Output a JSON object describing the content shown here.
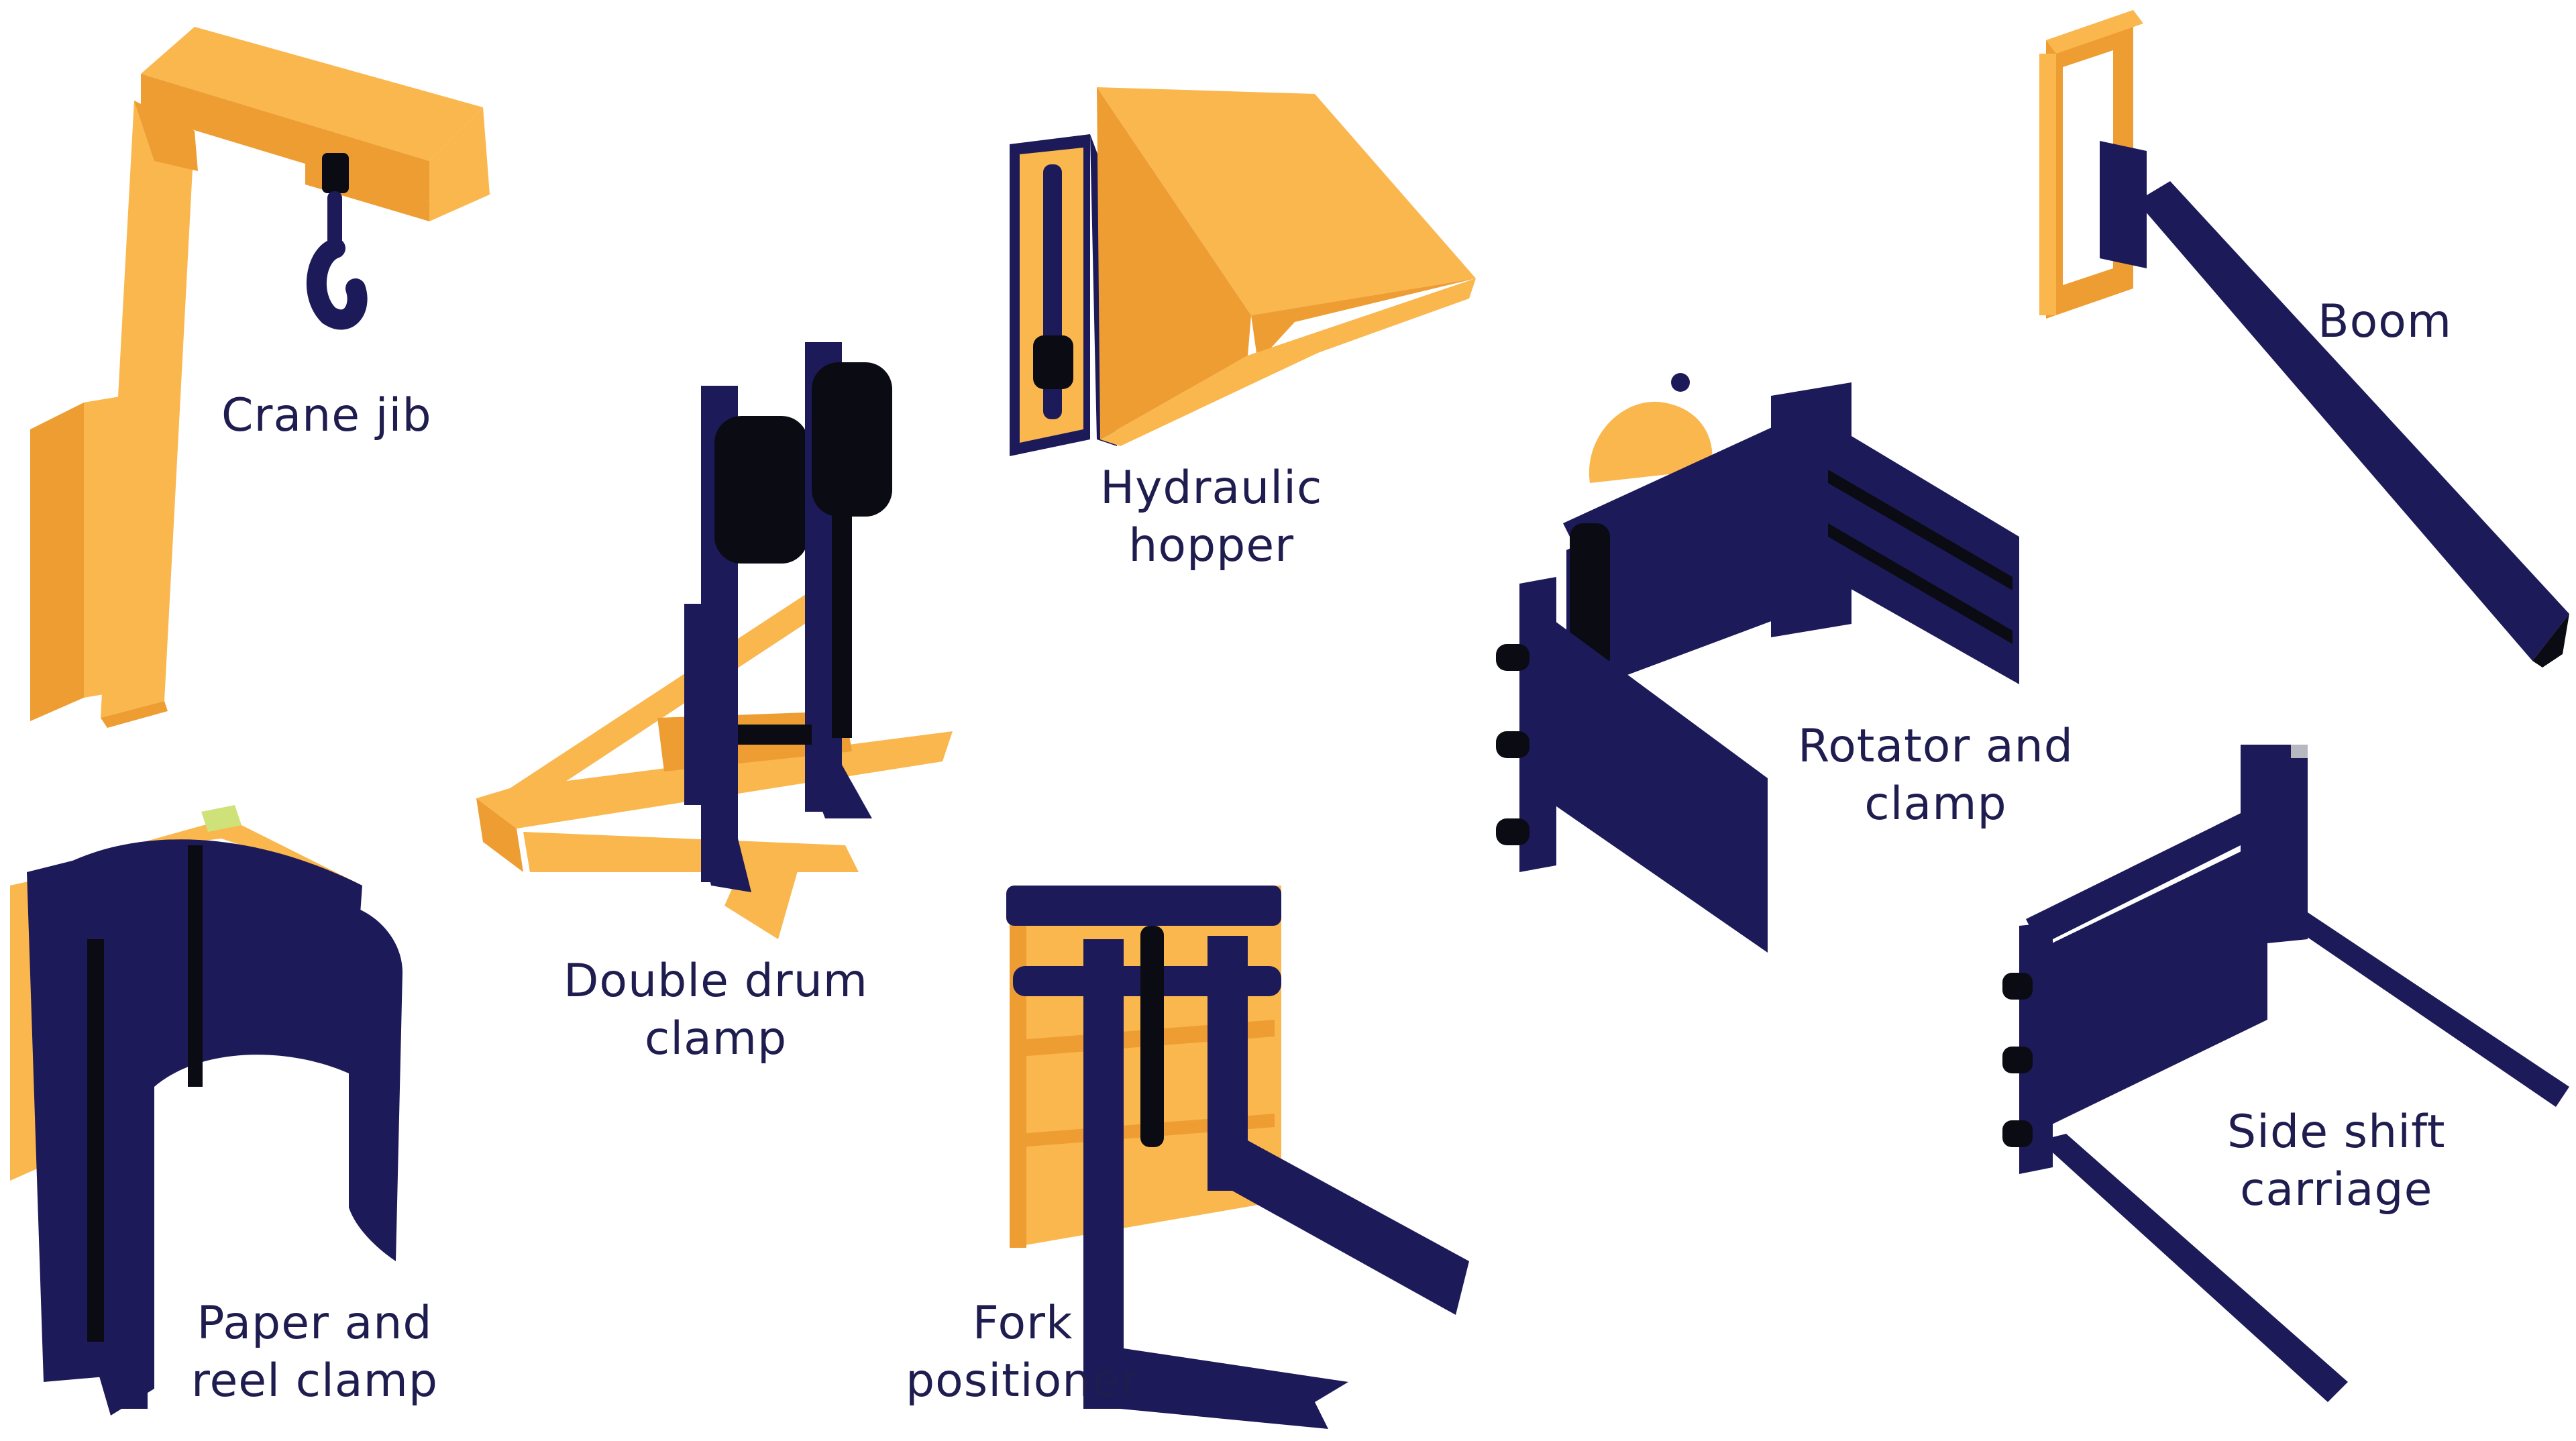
{
  "colors": {
    "orange": "#f9b74e",
    "orange_dark": "#ee9d33",
    "navy": "#1d1a5a",
    "black": "#0b0b14",
    "label": "#1f1d4f"
  },
  "attachments": [
    {
      "id": "crane-jib",
      "lines": [
        "Crane jib"
      ]
    },
    {
      "id": "hydraulic-hopper",
      "lines": [
        "Hydraulic",
        "hopper"
      ]
    },
    {
      "id": "boom",
      "lines": [
        "Boom"
      ]
    },
    {
      "id": "double-drum-clamp",
      "lines": [
        "Double drum",
        "clamp"
      ]
    },
    {
      "id": "rotator-and-clamp",
      "lines": [
        "Rotator and",
        "clamp"
      ]
    },
    {
      "id": "paper-and-reel-clamp",
      "lines": [
        "Paper and",
        "reel clamp"
      ]
    },
    {
      "id": "fork-positioner",
      "lines": [
        "Fork",
        "positioner"
      ]
    },
    {
      "id": "side-shift-carriage",
      "lines": [
        "Side shift",
        "carriage"
      ]
    }
  ]
}
